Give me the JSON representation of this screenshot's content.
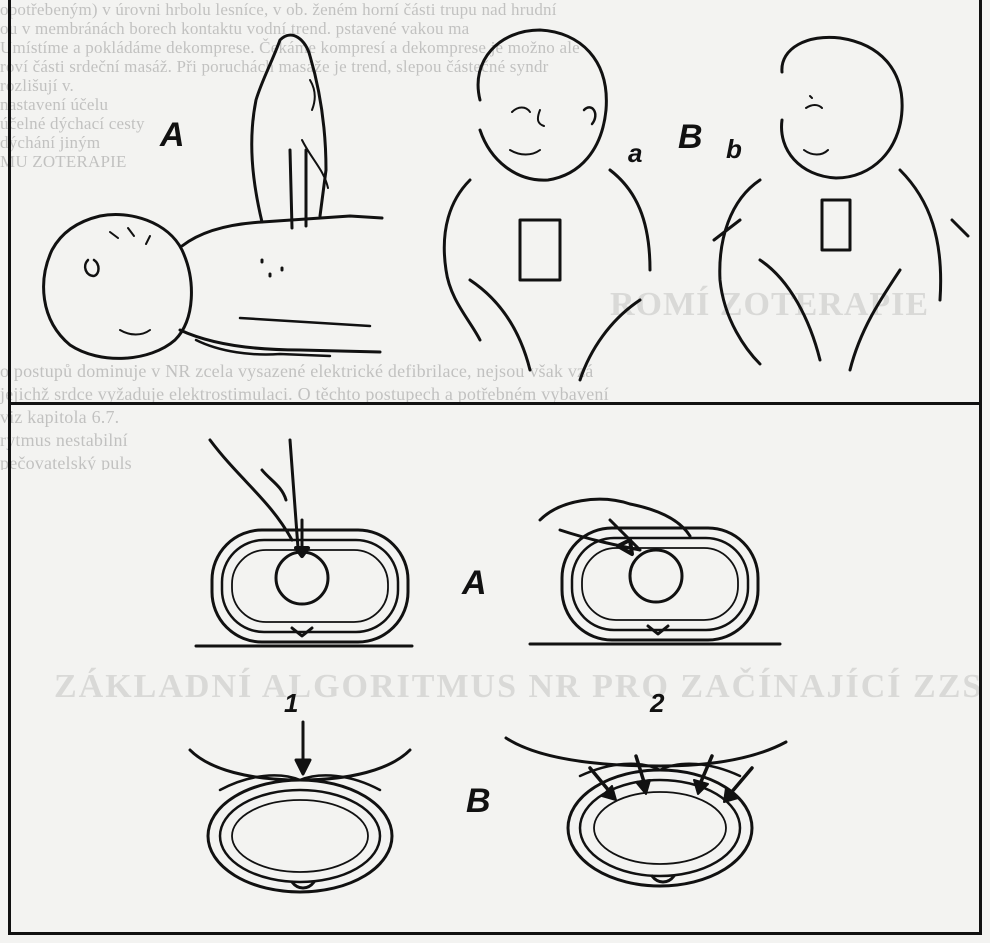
{
  "background_text": {
    "top_lines": [
      "opotřebeným) v úrovni hrbolu lesníce, v ob. ženém horní části trupu nad hrudní",
      "ou v membránách borech kontaktu vodní trend. pstavené vakou ma",
      "Umístíme a pokládáme dekomprese. Čekáme kompresí a dekomprese je možno ale",
      "roví části srdeční masáž. Při poruchách masáže je trend, slepou částečné syndr",
      "rozlišují v.",
      "nastavení                                              účelu",
      "      účelné dýchací cesty",
      "      dýchání jiným",
      "      MU ZOTERAPIE"
    ],
    "mid_lines": [
      "o postupů dominuje v NR zcela vysazené elektrické defibrilace, nejsou však vzá",
      "jejichž srdce vyžaduje elektrostimulaci. O těchto postupech a potřebném vybavení",
      "viz kapitola 6.7.",
      "      rytmus nestabilní",
      "      pečovatelský puls"
    ],
    "heading_lower": "ZÁKLADNÍ ALGORITMUS NR PRO ZAČÍNAJÍCÍ ZZS",
    "heading_upper": "ROMÍ ZOTERAPIE"
  },
  "figure": {
    "top_labels": {
      "panel_A": "A",
      "panel_B": "B",
      "sub_a": "a",
      "sub_b": "b"
    },
    "bottom_labels": {
      "row_A": "A",
      "row_B": "B",
      "col_1": "1",
      "col_2": "2"
    }
  },
  "colors": {
    "ink": "#111111",
    "paper": "#f3f3f1",
    "bleed": "#8a8a8a"
  }
}
